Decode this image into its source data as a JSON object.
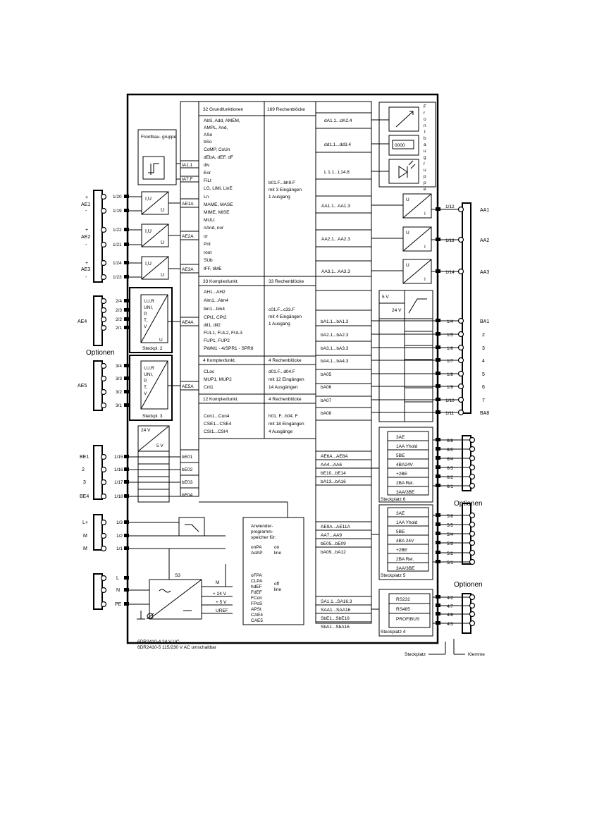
{
  "title": "",
  "left_terminals": {
    "ae1": {
      "label": "AE1",
      "plus": "+",
      "minus": "-",
      "t1": "1/20",
      "t2": "1/19"
    },
    "ae2": {
      "label": "AE2",
      "plus": "+",
      "minus": "-",
      "t1": "1/22",
      "t2": "1/21"
    },
    "ae3": {
      "label": "AE3",
      "plus": "+",
      "minus": "-",
      "t1": "1/24",
      "t2": "1/23"
    },
    "ae4": {
      "label": "AE4",
      "pins": [
        "2/4",
        "2/3",
        "2/2",
        "2/1"
      ]
    },
    "optionen": "Optionen",
    "ae5": {
      "label": "AE5",
      "pins": [
        "3/4",
        "3/3",
        "3/2",
        "3/1"
      ]
    },
    "be1": {
      "label": "BE1",
      "pin": "1/15"
    },
    "be2": {
      "label": "2",
      "pin": "1/16"
    },
    "be3": {
      "label": "3",
      "pin": "1/17"
    },
    "be4": {
      "label": "BE4",
      "pin": "1/18"
    },
    "lplus": {
      "label": "L+",
      "pin": "1/3"
    },
    "m1": {
      "label": "M",
      "pin": "1/2"
    },
    "m2": {
      "label": "M",
      "pin": "1/1"
    },
    "l": "L",
    "n": "N",
    "pe": "PE"
  },
  "front_group": "Frontbau-\ngruppe",
  "input_blocks": {
    "iu": "I,U",
    "u": "U",
    "iur": [
      "I,U,R",
      "UNI,",
      "P,",
      "T,",
      "V"
    ],
    "steckpl2": "Steckpl. 2",
    "steckpl3": "Steckpl. 3",
    "v24": "24 V",
    "v5": "5 V"
  },
  "signal_labels": [
    "tA1.1",
    "tA7.F",
    "AE1A",
    "AE2A",
    "AE3A",
    "AE4A",
    "AE5A",
    "bE01",
    "bE02",
    "bE03",
    "bE04"
  ],
  "grundfunktionen": {
    "header": "32 Grundfunktionen",
    "items": [
      "AbS, Add, AMEM,",
      "AMPL, And,",
      "ASo",
      "bSo",
      "CoMP, CoUn",
      "dEbA, dEF, dF",
      "div",
      "Eor",
      "FiLt",
      "LG, LiMi, LinE",
      "Ln",
      "MAME, MASE",
      "MIME, MISE",
      "MULt",
      "nAnd, nor",
      "or",
      "Pot",
      "root",
      "SUb",
      "tFF, tiME"
    ]
  },
  "rechenbloecke": {
    "header": "169 Rechenblöcke",
    "lines": [
      "b01.F...bh9.F",
      "mit 3 Eingängen",
      "1 Ausgang"
    ]
  },
  "komplex33": {
    "header": "33 Komplexfunkt.",
    "items": [
      "AH1...AH2",
      "Alm1...Alm4",
      "bin1...bin4",
      "CPt1, CPt2",
      "dil1, dil2",
      "FUL1, FUL2, FUL3",
      "FUP1, FUP2",
      "PWM1 - 4/SPR1 - SPR8"
    ],
    "rb_header": "33 Rechenblöcke",
    "rb_lines": [
      "c01.F...c33.F",
      "mit 4 Eingängen",
      "1 Ausgang"
    ]
  },
  "komplex4": {
    "header": "4 Komplexfunkt.",
    "items": [
      "CLoc",
      "MUP1, MUP2",
      "Cnt1"
    ],
    "rb_header": "4 Rechenblöcke",
    "rb_lines": [
      "d01.F...d04.F",
      "mit 12 Eingängen",
      "14 Ausgängen"
    ]
  },
  "komplex12": {
    "header": "12 Komplexfunkt.",
    "items": [
      "Con1...Con4",
      "CSE1...CSE4",
      "CSI1...CSI4"
    ],
    "rb_header": "4 Rechenblöcke",
    "rb_lines": [
      "h01. F...h04. F",
      "mit 18 Eingängen",
      "4 Ausgänge"
    ]
  },
  "output_signals": [
    "dA1.1...dA2.4",
    "dd1.1...dd3.4",
    "L 1.1...L14.8",
    "AA1.1...AA1.3",
    "AA2.1...AA2.3",
    "AA3.1...AA3.3",
    "bA1.1...bA1.3",
    "bA2.1...bA2.3",
    "bA3.1...bA3.3",
    "bA4.1...bA4.3",
    "bA05",
    "bA06",
    "bA07",
    "bA08"
  ],
  "slot_signals": [
    "AE6A...AE8A",
    "AA4...AA6",
    "bE10...bE14",
    "bA13...bA16",
    "AE9A...AE11A",
    "AA7...AA9",
    "bE05...bE09",
    "bA09...bA12",
    "SA1.1...SA16.3",
    "SAA1...SAA16",
    "SbE1...SbE16",
    "SbA1...SbA16"
  ],
  "front_column": [
    "F",
    "r",
    "o",
    "n",
    "t",
    "b",
    "a",
    "u",
    "g",
    "r",
    "u",
    "p",
    "p",
    "e"
  ],
  "display_value": "0000",
  "right_terminals": {
    "aa1": {
      "label": "AA1",
      "pin": "1/12"
    },
    "aa2": {
      "label": "AA2",
      "pin": "1/13"
    },
    "aa3": {
      "label": "AA3",
      "pin": "1/14"
    },
    "ba": [
      {
        "pin": "1/4",
        "label": "BA1"
      },
      {
        "pin": "1/5",
        "label": "2"
      },
      {
        "pin": "1/6",
        "label": "3"
      },
      {
        "pin": "1/7",
        "label": "4"
      },
      {
        "pin": "1/8",
        "label": "5"
      },
      {
        "pin": "1/9",
        "label": "6"
      },
      {
        "pin": "1/10",
        "label": "7"
      },
      {
        "pin": "1/11",
        "label": "BA8"
      }
    ],
    "iu_out": "U",
    "i_out": "I",
    "v5": "5 V",
    "v24": "24 V"
  },
  "steckplatz6": {
    "items": [
      "3AE",
      "1AA Yhold",
      "5BE",
      "4BA24V",
      "+2BE",
      "2BA Rel.",
      "3AA/3BE"
    ],
    "title": "Steckplatz 6",
    "pins": [
      "6/8",
      "6/5",
      "6/4",
      "6/3",
      "6/2",
      "6/1"
    ],
    "optionen": "Optionen"
  },
  "steckplatz5": {
    "items": [
      "3AE",
      "1AA Yhold",
      "5BE",
      "4BA 24V",
      "+2BE",
      "2BA Rel.",
      "3AA/3BE"
    ],
    "title": "Steckplatz 5",
    "pins": [
      "5/8",
      "5/5",
      "5/4",
      "5/3",
      "5/2",
      "5/1"
    ],
    "optionen": "Optionen"
  },
  "steckplatz4": {
    "items": [
      "RS232",
      "RS485",
      "PROFIBUS"
    ],
    "title": "Steckplatz 4",
    "pins": [
      "4/2",
      "4/7",
      "4/8",
      "4/3"
    ]
  },
  "power": {
    "s3": "S3",
    "m": "M",
    "p24": "+ 24 V",
    "p5": "+ 5 V",
    "uref": "UREF"
  },
  "anwender": {
    "lines": [
      "Anwender-",
      "programm-",
      "speicher für:"
    ],
    "on": [
      "onPA",
      "AdAP"
    ],
    "on_state": [
      "on",
      "line"
    ],
    "off": [
      "oFPA",
      "CLPA",
      "hdEF",
      "FdEF",
      "FCon",
      "FPoS",
      "APSt",
      "CAE4",
      "CAE5"
    ],
    "off_state": [
      "off",
      "line"
    ]
  },
  "footnotes": [
    "6DR2410-4   24 V UC",
    "6DR2410-5   115/230 V AC umschaltbar"
  ],
  "legend": {
    "steckplatz": "Steckplatz",
    "klemme": "Klemme"
  }
}
